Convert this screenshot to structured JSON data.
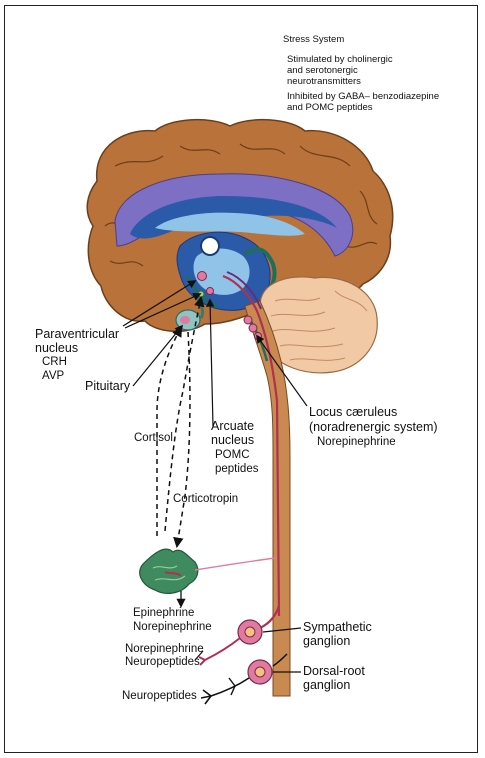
{
  "info_block": {
    "title": "Stress System",
    "stimulated_line1": "Stimulated by cholinergic",
    "stimulated_line2": "and serotonergic",
    "stimulated_line3": "neurotransmitters",
    "inhibited_line1": "Inhibited by GABA– benzodiazepine",
    "inhibited_line2": "and POMC peptides"
  },
  "labels": {
    "paraventricular": "Paraventricular",
    "nucleus": "nucleus",
    "crh": "CRH",
    "avp": "AVP",
    "pituitary": "Pituitary",
    "cortisol": "Cortisol",
    "arcuate": "Arcuate",
    "arcuate_nucleus": "nucleus",
    "pomc": "POMC",
    "peptides": "peptides",
    "locus": "Locus cæruleus",
    "noradrenergic": "(noradrenergic system)",
    "norepinephrine_lc": "Norepinephrine",
    "corticotropin": "Corticotropin",
    "epinephrine": "Epinephrine",
    "norepinephrine_adrenal": "Norepinephrine",
    "sympathetic": "Sympathetic",
    "ganglion_symp": "ganglion",
    "norepinephrine_nerve": "Norepinephrine",
    "neuropeptides_nerve": "Neuropeptides",
    "dorsal_root": "Dorsal-root",
    "ganglion_dorsal": "ganglion",
    "neuropeptides_bottom": "Neuropeptides"
  },
  "colors": {
    "cortex": "#b8723a",
    "cortex_dark": "#7a4a22",
    "ventricle_purple": "#7d6fc4",
    "ventricle_blue": "#2a5aa8",
    "light_blue": "#8fc4e8",
    "cerebellum": "#f2c9a5",
    "spinal_cord": "#c98a52",
    "adrenal": "#3f8a5e",
    "nerve_red": "#b03050",
    "ganglion_pink": "#e07aa0"
  }
}
